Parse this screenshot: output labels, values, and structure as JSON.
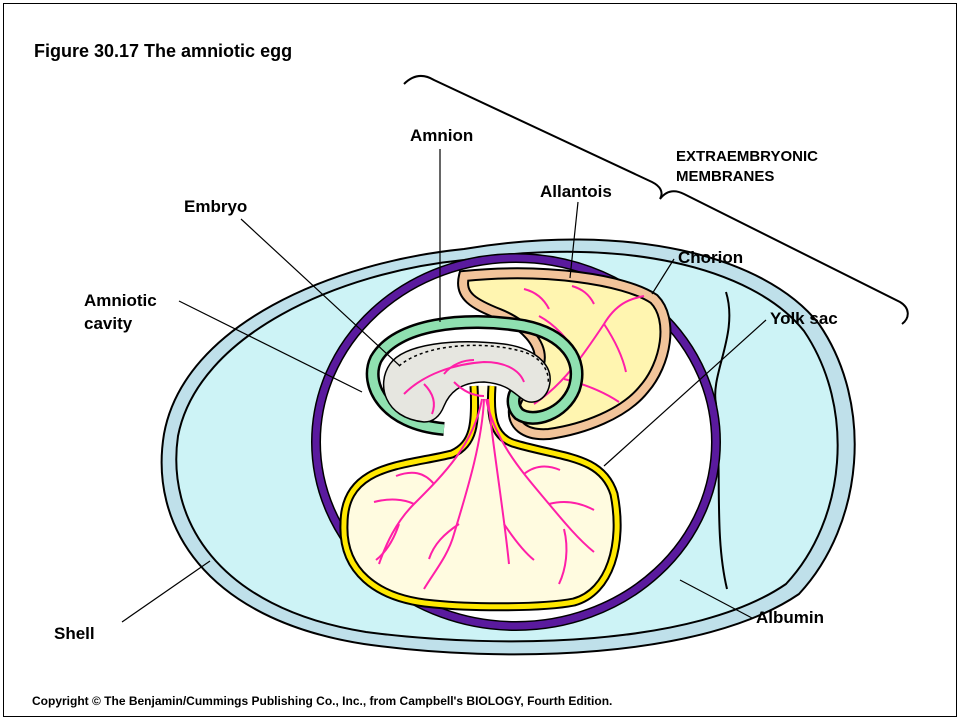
{
  "title": "Figure 30.17  The amniotic egg",
  "labels": {
    "amnion": "Amnion",
    "extraembryonic_1": "EXTRAEMBRYONIC",
    "extraembryonic_2": "MEMBRANES",
    "allantois": "Allantois",
    "embryo": "Embryo",
    "chorion": "Chorion",
    "amniotic_cavity_1": "Amniotic",
    "amniotic_cavity_2": "cavity",
    "yolk_sac": "Yolk sac",
    "shell": "Shell",
    "albumin": "Albumin"
  },
  "copyright": "Copyright © The Benjamin/Cummings Publishing Co., Inc., from Campbell's BIOLOGY, Fourth Edition.",
  "colors": {
    "shell": "#bfe0ea",
    "albumin": "#cdf3f6",
    "chorion": "#5a1a9e",
    "allantois_wall": "#f2c49a",
    "allantois_fill": "#fff5b0",
    "amnion": "#8fe0b0",
    "embryo": "#e6e6e0",
    "yolk_wall": "#ffe800",
    "yolk_fill": "#fffbe0",
    "vessels": "#ff1fa8"
  }
}
